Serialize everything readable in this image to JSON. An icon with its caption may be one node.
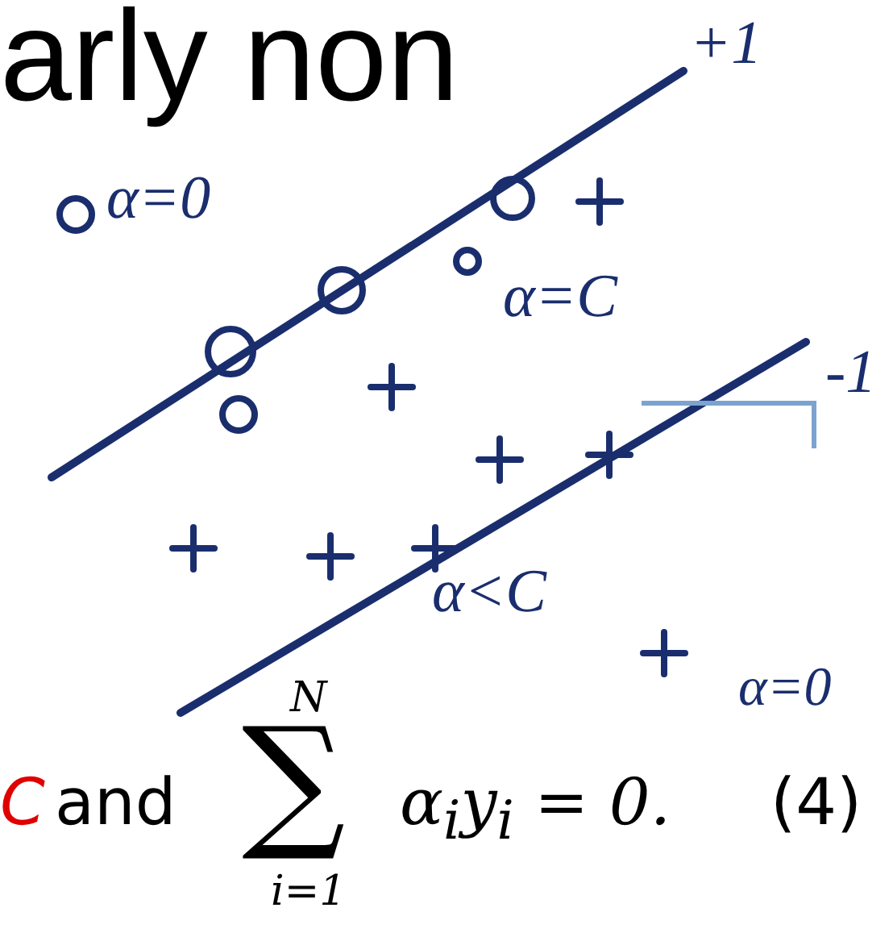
{
  "diagram": {
    "labels": [
      "arly non",
      "+1",
      "α=0",
      "α=C",
      "-1",
      "α<C",
      "α=0",
      "C",
      "and",
      "N",
      "∑",
      "i=1",
      "α$_{i}$y$_{i}$ = 0.",
      "(4)"
    ]
  }
}
